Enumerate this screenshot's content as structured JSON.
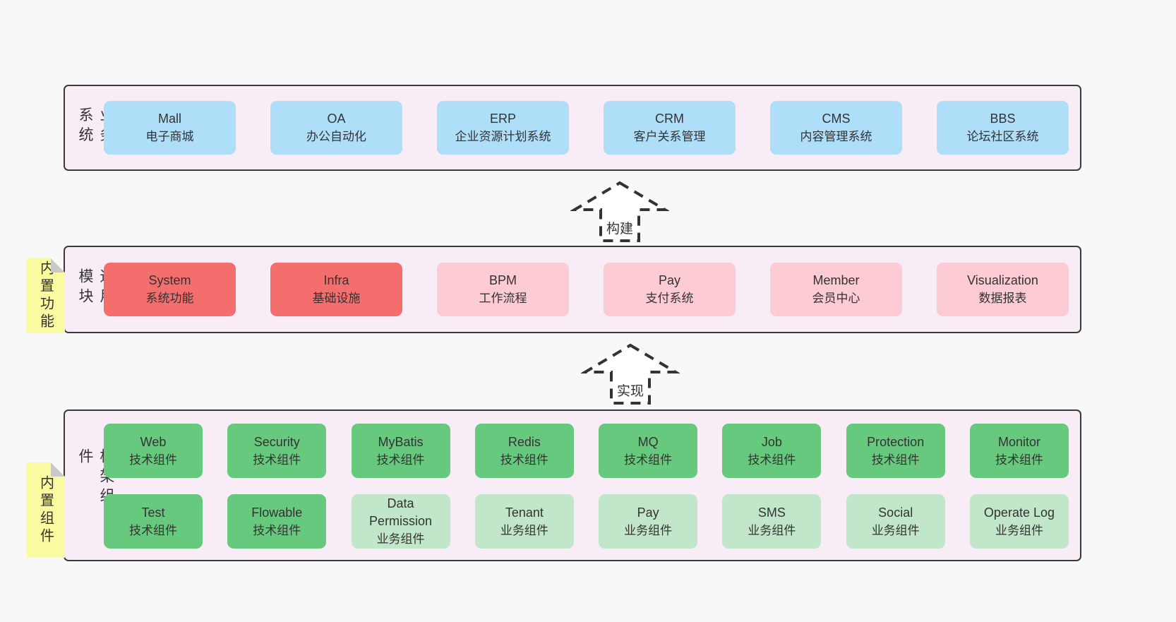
{
  "colors": {
    "page_bg": "#f8f8f8",
    "layer_bg": "#f8edf6",
    "layer_border": "#3a3a3a",
    "blue_box": "#aedef8",
    "red_box": "#f56e6e",
    "pink_box": "#fccbd4",
    "green_box": "#67c97d",
    "light_green_box": "#c2e6c9",
    "note_yellow": "#fafaa0",
    "note_fold": "#c9c9c9",
    "text": "#333333",
    "arrow_dash": "#333333"
  },
  "arrows": {
    "build": {
      "label": "构建"
    },
    "implement": {
      "label": "实现"
    }
  },
  "layers": {
    "business": {
      "side_label": "业务系统",
      "boxes": [
        {
          "title": "Mall",
          "subtitle": "电子商城"
        },
        {
          "title": "OA",
          "subtitle": "办公自动化"
        },
        {
          "title": "ERP",
          "subtitle": "企业资源计划系统"
        },
        {
          "title": "CRM",
          "subtitle": "客户关系管理"
        },
        {
          "title": "CMS",
          "subtitle": "内容管理系统"
        },
        {
          "title": "BBS",
          "subtitle": "论坛社区系统"
        }
      ]
    },
    "modules": {
      "side_label": "通用模块",
      "note": "内置功能",
      "boxes": [
        {
          "title": "System",
          "subtitle": "系统功能",
          "variant": "red"
        },
        {
          "title": "Infra",
          "subtitle": "基础设施",
          "variant": "red"
        },
        {
          "title": "BPM",
          "subtitle": "工作流程",
          "variant": "pink"
        },
        {
          "title": "Pay",
          "subtitle": "支付系统",
          "variant": "pink"
        },
        {
          "title": "Member",
          "subtitle": "会员中心",
          "variant": "pink"
        },
        {
          "title": "Visualization",
          "subtitle": "数据报表",
          "variant": "pink"
        }
      ]
    },
    "components": {
      "side_label": "框架组件",
      "note": "内置组件",
      "row1": [
        {
          "title": "Web",
          "subtitle": "技术组件",
          "variant": "green"
        },
        {
          "title": "Security",
          "subtitle": "技术组件",
          "variant": "green"
        },
        {
          "title": "MyBatis",
          "subtitle": "技术组件",
          "variant": "green"
        },
        {
          "title": "Redis",
          "subtitle": "技术组件",
          "variant": "green"
        },
        {
          "title": "MQ",
          "subtitle": "技术组件",
          "variant": "green"
        },
        {
          "title": "Job",
          "subtitle": "技术组件",
          "variant": "green"
        },
        {
          "title": "Protection",
          "subtitle": "技术组件",
          "variant": "green"
        },
        {
          "title": "Monitor",
          "subtitle": "技术组件",
          "variant": "green"
        }
      ],
      "row2": [
        {
          "title": "Test",
          "subtitle": "技术组件",
          "variant": "green"
        },
        {
          "title": "Flowable",
          "subtitle": "技术组件",
          "variant": "green"
        },
        {
          "title": "Data Permission",
          "subtitle": "业务组件",
          "variant": "lightgreen"
        },
        {
          "title": "Tenant",
          "subtitle": "业务组件",
          "variant": "lightgreen"
        },
        {
          "title": "Pay",
          "subtitle": "业务组件",
          "variant": "lightgreen"
        },
        {
          "title": "SMS",
          "subtitle": "业务组件",
          "variant": "lightgreen"
        },
        {
          "title": "Social",
          "subtitle": "业务组件",
          "variant": "lightgreen"
        },
        {
          "title": "Operate Log",
          "subtitle": "业务组件",
          "variant": "lightgreen"
        }
      ]
    }
  }
}
